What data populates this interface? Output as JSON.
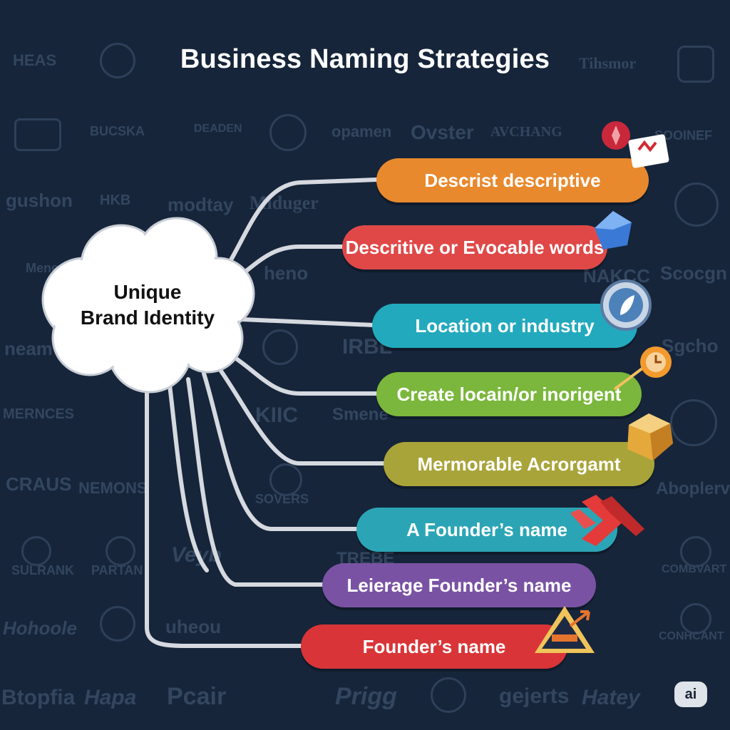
{
  "title": "Business Naming Strategies",
  "center": {
    "line1": "Unique",
    "line2": "Brand Identity"
  },
  "strategies": [
    {
      "label": "Descrist descriptive",
      "color": "#e8892e"
    },
    {
      "label": "Descritive or Evocable words",
      "color": "#e04848"
    },
    {
      "label": "Location or industry",
      "color": "#22a9bd"
    },
    {
      "label": "Create locain/or inorigent",
      "color": "#7ab73c"
    },
    {
      "label": "Mermorable Acrorgamt",
      "color": "#a9a43a"
    },
    {
      "label": "A Founder’s name",
      "color": "#2ba5b5"
    },
    {
      "label": "Leierage Founder’s name",
      "color": "#7a52a3"
    },
    {
      "label": "Founder’s name",
      "color": "#d93538"
    }
  ],
  "background_logos": [
    "HEAS",
    "Tihsmor",
    "BUCSKA",
    "DEADEN",
    "opamen",
    "Ovster",
    "AVCHANG",
    "SOOINEF",
    "gushon",
    "HKB",
    "modtay",
    "Miduger",
    "Menes",
    "heno",
    "NAKCC",
    "Scocgn",
    "neam",
    "IRBL",
    "Sgcho",
    "MERNCES",
    "KIIC",
    "Smene",
    "CRAUS",
    "NEMONS",
    "SOVERS",
    "Aboplerv",
    "SULRANK",
    "PARTAN",
    "Veyb",
    "TREBE",
    "COMBVART",
    "Hohoole",
    "uheou",
    "CONHCANT",
    "Btopfia",
    "Hapa",
    "Pcair",
    "Prigg",
    "gejerts",
    "Hatey"
  ],
  "watermark": "ai",
  "icons": [
    "ribbon-icon",
    "gem-icon",
    "leaf-icon",
    "clock-icon",
    "cube-icon",
    "chevrons-icon",
    "triangle-icon"
  ]
}
